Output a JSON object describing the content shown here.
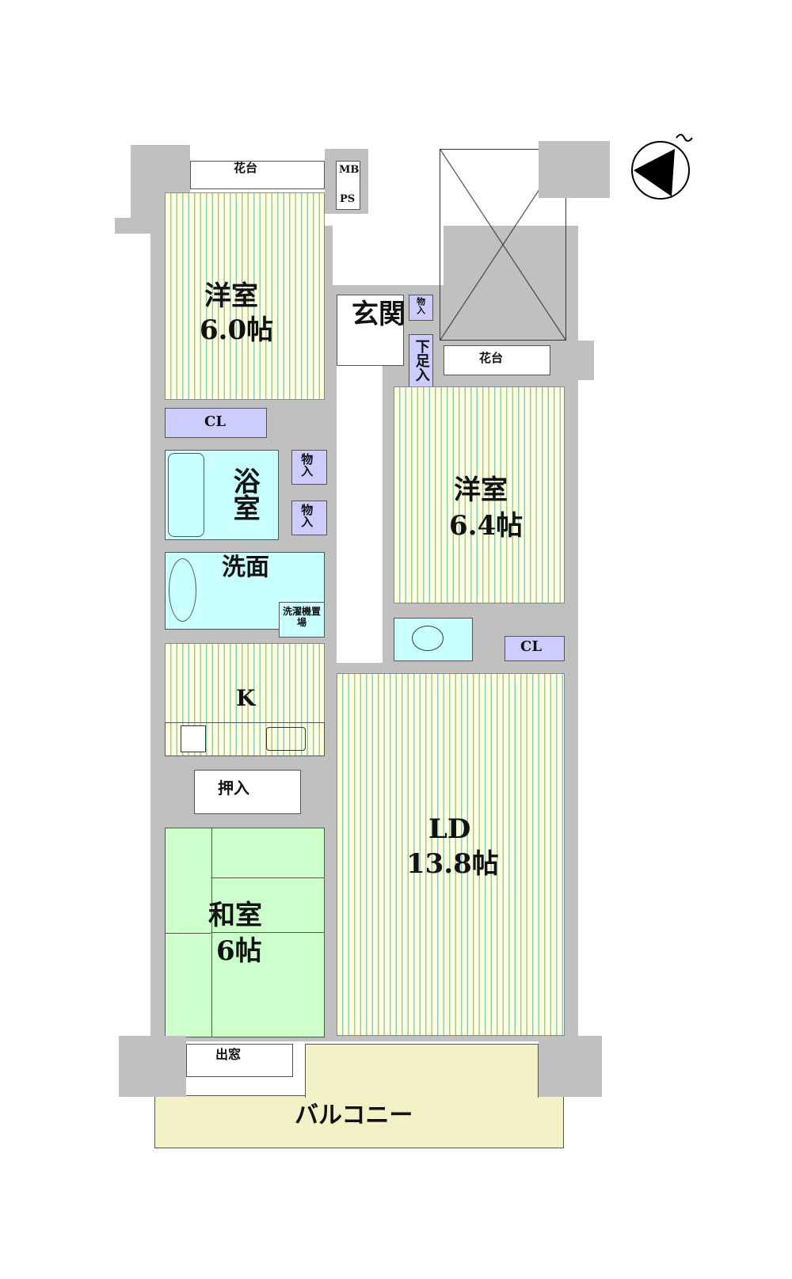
{
  "rooms": {
    "western1": {
      "name": "洋室",
      "size": "6.0帖"
    },
    "western2": {
      "name": "洋室",
      "size": "6.4帖"
    },
    "ld": {
      "name": "LD",
      "size": "13.8帖"
    },
    "japanese": {
      "name": "和室",
      "size": "6帖"
    },
    "kitchen": "K",
    "entrance": "玄関",
    "bath": "浴室",
    "washroom": "洗面",
    "washer": "洗濯機置場",
    "balcony": "バルコニー"
  },
  "storage": {
    "cl1": "CL",
    "cl2": "CL",
    "mb": "MB",
    "ps": "PS",
    "storage1": "物入",
    "storage2": "物入",
    "storage3": "物入",
    "shoe": "下足入",
    "closet": "押入"
  },
  "fixtures": {
    "flower1": "花台",
    "flower2": "花台",
    "baywindow": "出窓"
  },
  "colors": {
    "wall": "#c0c0c0",
    "wet": "#c8ffff",
    "storage": "#ccccff",
    "tatami": "#ccffcc",
    "balcony": "#f2f2c6"
  }
}
